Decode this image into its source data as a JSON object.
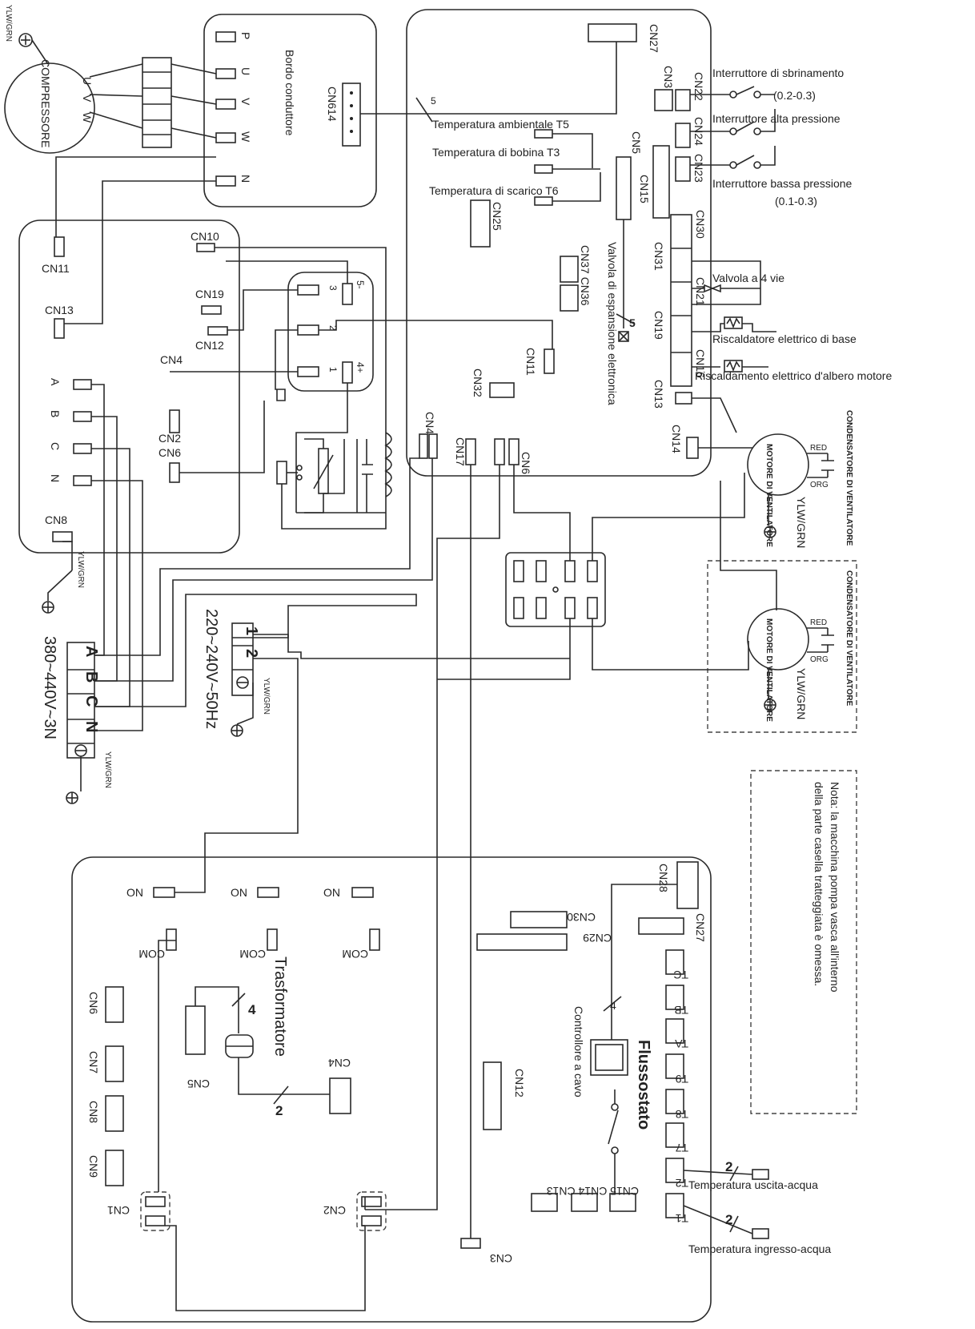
{
  "main_board": {
    "comp_label": "COMPRESSORE",
    "ylw_grn": "YLW/GRN",
    "phases": [
      "U",
      "V",
      "W"
    ],
    "bordo_title": "Bordo conduttore",
    "bordo_terms": [
      "P",
      "U",
      "V",
      "W",
      "N"
    ],
    "cn614": "CN614",
    "cn27": "CN27",
    "cn3": "CN3",
    "cn22": "CN22",
    "cn24": "CN24",
    "cn23": "CN23",
    "sbrinamento": "Interruttore di sbrinamento",
    "sbrinamento_range": "(0.2-0.3)",
    "alta_pressione": "Interruttore alta pressione",
    "bassa_pressione": "Interruttore bassa pressione",
    "bassa_range": "(0.1-0.3)",
    "wire5": "5",
    "temp_t5": "Temperatura ambientale T5",
    "temp_t3": "Temperatura di bobina T3",
    "temp_t6": "Temperatura di scarico T6",
    "cn5": "CN5",
    "cn15": "CN15",
    "cn25": "CN25",
    "cn37": "CN37",
    "cn36": "CN36",
    "valvola_exp": "Valvola di espansione elettronica",
    "cn30": "CN30",
    "cn31": "CN31",
    "cn21": "CN21",
    "cn19": "CN19",
    "cn16": "CN16",
    "cn13": "CN13",
    "cn14": "CN14",
    "valvola4": "Valvola a 4 vie",
    "risc_base": "Riscaldatore elettrico di base",
    "risc_albero": "Riscaldamento elettrico d'albero motore",
    "cn11": "CN11",
    "cn32": "CN32",
    "cn4": "CN4",
    "cn17": "CN17",
    "cn6": "CN6"
  },
  "filter_board": {
    "cn10": "CN10",
    "cn11": "CN11",
    "cn13": "CN13",
    "cn19": "CN19",
    "cn12": "CN12",
    "cn4": "CN4",
    "cn2": "CN2",
    "cn6": "CN6",
    "cn8": "CN8",
    "abcn": [
      "A",
      "B",
      "C",
      "N"
    ],
    "pins": [
      "3",
      "2",
      "1"
    ],
    "minus": "5-",
    "plus": "4+"
  },
  "fans": {
    "motor": "MOTORE DI VENTILATORE",
    "condenser": "CONDENSATORE DI VENTILATORE",
    "red": "RED",
    "org": "ORG",
    "ylw_grn": "YLW/GRN"
  },
  "power": {
    "three_phase": [
      "A",
      "B",
      "C",
      "N"
    ],
    "three_phase_label": "380~440V~3N",
    "single_phase": [
      "1",
      "2"
    ],
    "single_phase_label": "220~240V~50Hz",
    "ylw_grn": "YLW/GRN"
  },
  "note": {
    "line1": "Nota: la macchina pompa vasca all'interno",
    "line2": "della parte casella tratteggiata è omessa."
  },
  "lower_board": {
    "on": "ON",
    "com": "COM",
    "trasformatore": "Trasformatore",
    "cn5": "CN5",
    "cn4": "CN4",
    "n4": "4",
    "n2": "2",
    "left_cns": [
      "CN6",
      "CN7",
      "CN8",
      "CN9"
    ],
    "cn1": "CN1",
    "cn2": "CN2",
    "cn3": "CN3",
    "cn28": "CN28",
    "cn30": "CN30",
    "cn29": "CN29",
    "cn27": "CN27",
    "cn12": "CN12",
    "sensors": [
      "TC",
      "TB",
      "TA",
      "T9",
      "T8",
      "T7",
      "T2",
      "T1"
    ],
    "controllore": "Controllore a cavo",
    "flussostato": "Flussostato",
    "cn15_14_13": "CN15 CN14 CN13",
    "uscita": "Temperatura uscita-acqua",
    "ingresso": "Temperatura ingresso-acqua"
  }
}
